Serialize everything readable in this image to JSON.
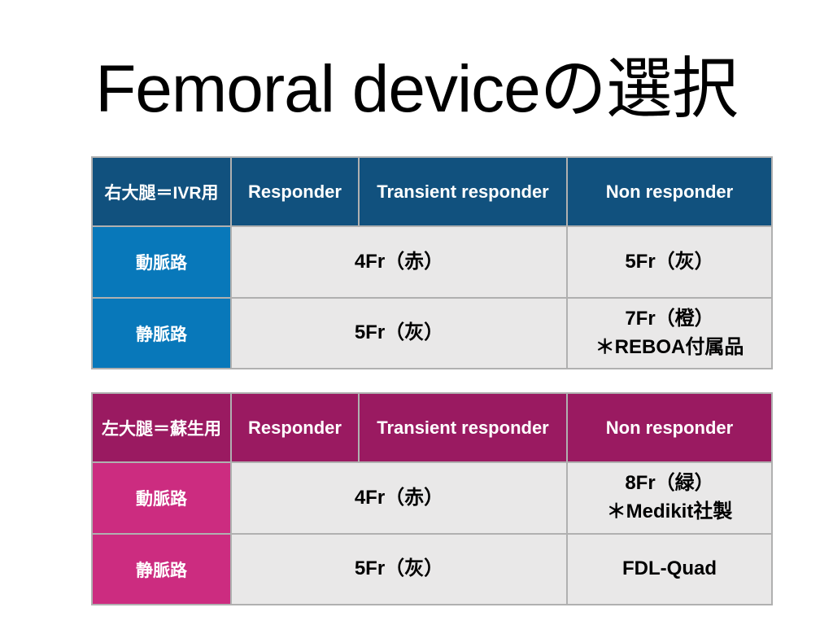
{
  "title": "Femoral deviceの選択",
  "colors": {
    "blue_header": "#11517e",
    "blue_row": "#0878ba",
    "magenta_header": "#9a1a61",
    "magenta_row": "#cc2c80",
    "cell_bg": "#e9e8e8",
    "border": "#b0b0b0",
    "text_light": "#ffffff",
    "text_dark": "#000000",
    "page_bg": "#ffffff"
  },
  "tables": [
    {
      "name": "right-femoral-ivr",
      "header": [
        "右大腿＝IVR用",
        "Responder",
        "Transient responder",
        "Non responder"
      ],
      "rows": [
        {
          "label": "動脈路",
          "merged": "4Fr（赤）",
          "non_responder": "5Fr（灰）"
        },
        {
          "label": "静脈路",
          "merged": "5Fr（灰）",
          "non_responder": "7Fr（橙）\n＊REBOA付属品"
        }
      ]
    },
    {
      "name": "left-femoral-resuscitation",
      "header": [
        "左大腿＝蘇生用",
        "Responder",
        "Transient responder",
        "Non responder"
      ],
      "rows": [
        {
          "label": "動脈路",
          "merged": "4Fr（赤）",
          "non_responder": "8Fr（緑）\n＊Medikit社製"
        },
        {
          "label": "静脈路",
          "merged": "5Fr（灰）",
          "non_responder": "FDL-Quad"
        }
      ]
    }
  ]
}
